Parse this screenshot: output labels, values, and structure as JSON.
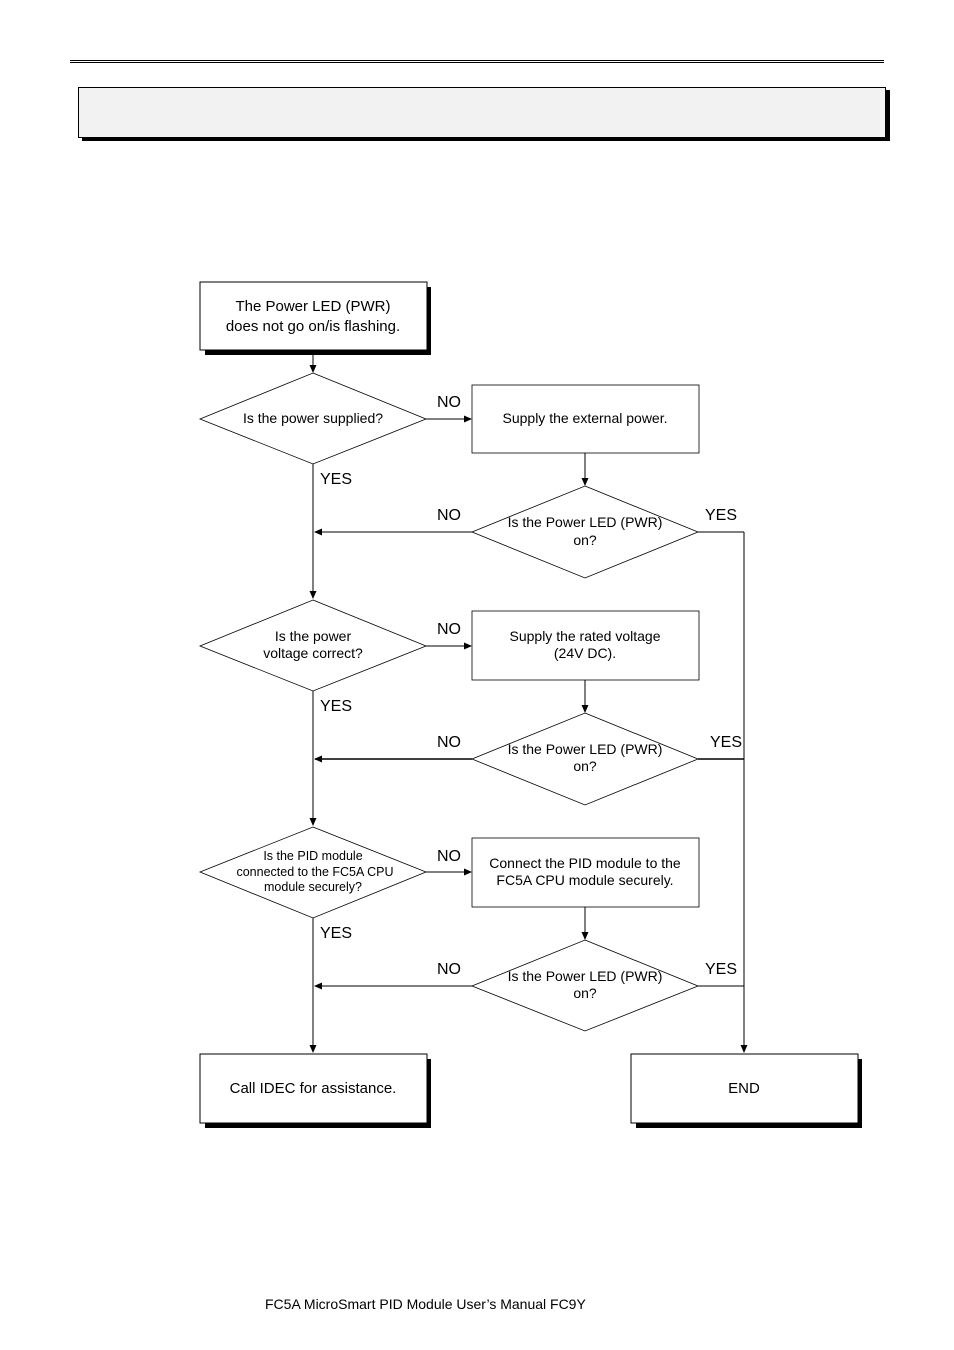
{
  "flowchart": {
    "start": {
      "line1": "The Power LED (PWR)",
      "line2": "does not go on/is flashing."
    },
    "q_power_supplied": "Is the power supplied?",
    "act_supply_power": "Supply the external power.",
    "q_led_on": {
      "line1": "Is the Power LED (PWR)",
      "line2": "on?"
    },
    "q_voltage": {
      "line1": "Is the power",
      "line2": "voltage correct?"
    },
    "act_rated_voltage": {
      "line1": "Supply the rated voltage",
      "line2": "(24V DC)."
    },
    "q_pid_connected": {
      "line1": "Is the PID module",
      "line2": "connected to the FC5A CPU",
      "line3": "module securely?"
    },
    "act_connect_pid": {
      "line1": "Connect the PID module to the",
      "line2": "FC5A CPU module securely."
    },
    "end_call": "Call IDEC for assistance.",
    "end": "END",
    "label_yes": "YES",
    "label_no": "NO"
  },
  "footer": {
    "text": "FC5A MicroSmart PID Module User’s Manual FC9Y"
  }
}
